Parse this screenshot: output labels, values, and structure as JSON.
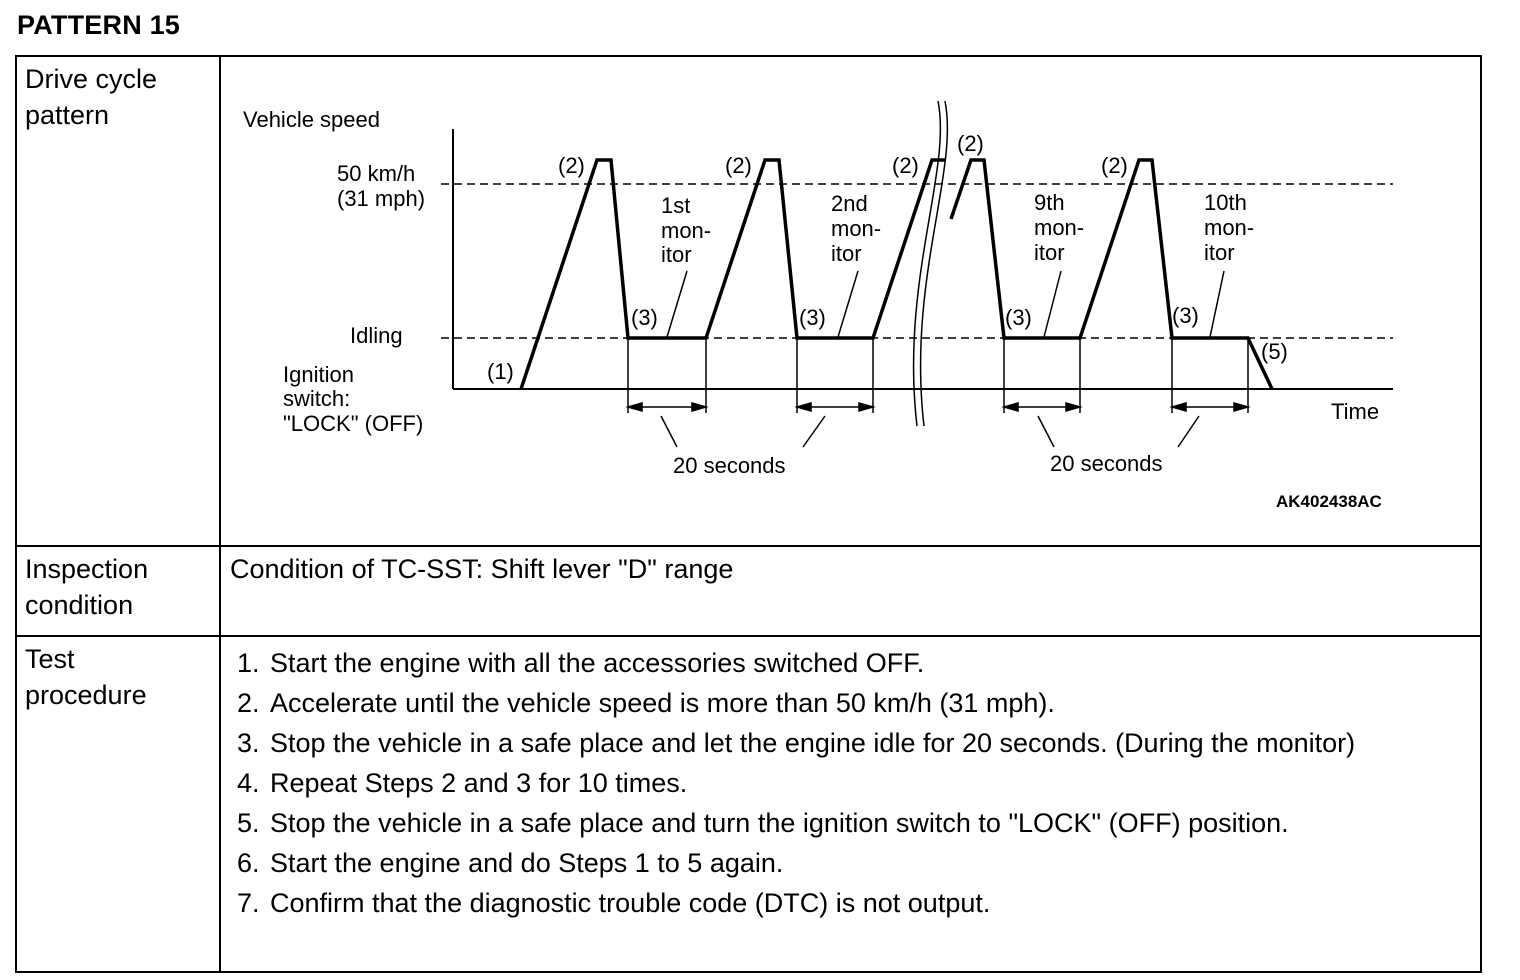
{
  "title": "PATTERN 15",
  "rows": {
    "drive_cycle": {
      "label": "Drive cycle\npattern"
    },
    "inspection": {
      "label": "Inspection\ncondition",
      "text": "Condition of TC-SST: Shift lever \"D\" range"
    },
    "test_procedure": {
      "label": "Test\nprocedure",
      "steps": [
        {
          "num": "1.",
          "text": "Start the engine with all the accessories switched OFF."
        },
        {
          "num": "2.",
          "text": "Accelerate until the vehicle speed is more than 50 km/h (31 mph)."
        },
        {
          "num": "3.",
          "text": "Stop the vehicle in a safe place and let the engine idle for 20 seconds. (During the monitor)"
        },
        {
          "num": "4.",
          "text": "Repeat Steps 2 and 3 for 10 times."
        },
        {
          "num": "5.",
          "text": "Stop the vehicle in a safe place and turn the ignition switch to \"LOCK\" (OFF) position."
        },
        {
          "num": "6.",
          "text": "Start the engine and do Steps 1 to 5 again."
        },
        {
          "num": "7.",
          "text": "Confirm that the diagnostic trouble code (DTC) is not output."
        }
      ]
    }
  },
  "diagram": {
    "y_axis_label": "Vehicle speed",
    "x_axis_label": "Time",
    "speed_level_label_1": "50 km/h",
    "speed_level_label_2": "(31 mph)",
    "idle_label": "Idling",
    "ignition_label_1": "Ignition",
    "ignition_label_2": "switch:",
    "ignition_label_3": "\"LOCK\" (OFF)",
    "step_markers": {
      "one": "(1)",
      "two": "(2)",
      "three": "(3)",
      "five": "(5)"
    },
    "monitors": [
      {
        "line1": "1st",
        "line2": "mon-",
        "line3": "itor"
      },
      {
        "line1": "2nd",
        "line2": "mon-",
        "line3": "itor"
      },
      {
        "line1": "9th",
        "line2": "mon-",
        "line3": "itor"
      },
      {
        "line1": "10th",
        "line2": "mon-",
        "line3": "itor"
      }
    ],
    "duration_label": "20 seconds",
    "figure_code": "AK402438AC"
  }
}
